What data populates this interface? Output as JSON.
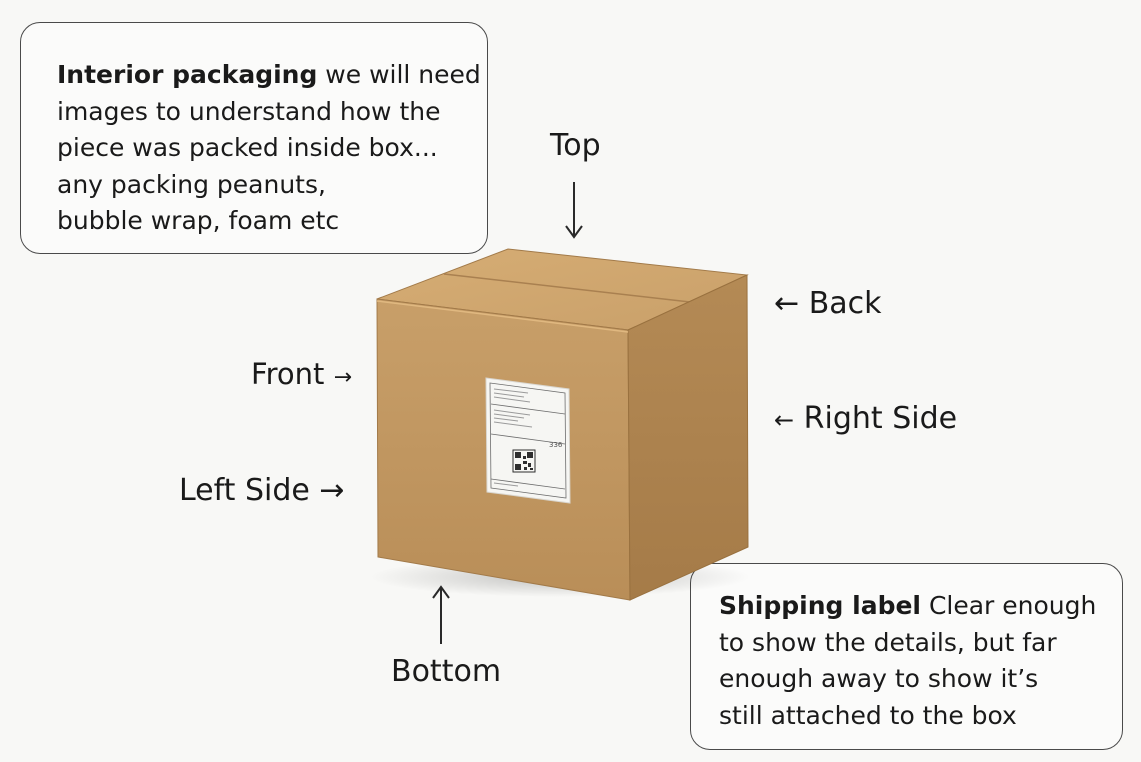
{
  "callouts": {
    "interior": {
      "title": "Interior packaging",
      "lines": [
        " we will need",
        "images to understand how the",
        "piece was packed inside box...",
        "any packing peanuts,",
        "bubble wrap, foam etc"
      ]
    },
    "shipping": {
      "title": "Shipping label",
      "lines": [
        " Clear enough",
        "to show the details, but far",
        "enough away to show it’s",
        "still attached to the box"
      ]
    }
  },
  "labels": {
    "top": "Top",
    "back": "Back",
    "front": "Front",
    "right_side": "Right Side",
    "left_side": "Left Side",
    "bottom": "Bottom"
  },
  "arrows": {
    "left": "←",
    "right": "→",
    "left_small": "←",
    "right_small": "→"
  },
  "shipping_label": {
    "number": "336"
  },
  "colors": {
    "box_front": "#c49a63",
    "box_side": "#b08552",
    "box_top": "#d2a86f",
    "background": "#f8f8f6"
  }
}
